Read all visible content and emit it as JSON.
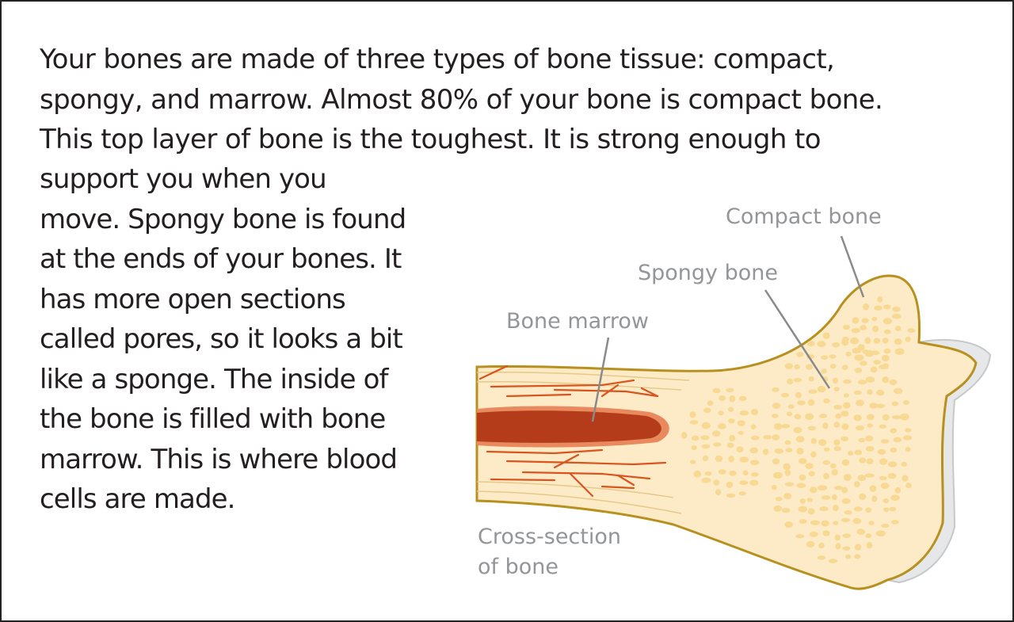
{
  "paragraph": {
    "lines": [
      "Your bones are made of three types of bone tissue: compact,",
      "spongy, and marrow. Almost 80% of your bone is compact bone.",
      "This top layer of bone is the toughest. It is strong enough to",
      "support you when you",
      "move. Spongy bone is found",
      "at the ends of your bones. It",
      "has more open sections",
      "called pores, so it looks a bit",
      "like a sponge. The inside of",
      "the bone is filled with bone",
      "marrow. This is where blood",
      "cells are made."
    ]
  },
  "diagram": {
    "labels": {
      "compact": "Compact bone",
      "spongy": "Spongy bone",
      "marrow": "Bone marrow",
      "cross_section_1": "Cross-section",
      "cross_section_2": "of bone"
    },
    "colors": {
      "bone_fill": "#fdebc7",
      "bone_outline": "#b8901f",
      "pores": "#f8d994",
      "marrow": "#b53c1b",
      "marrow_edge": "#e88a5e",
      "vessels": "#d9541e",
      "periosteum": "#e6e7e8",
      "label_text": "#939598",
      "leader_line": "#8a8a8a"
    }
  }
}
